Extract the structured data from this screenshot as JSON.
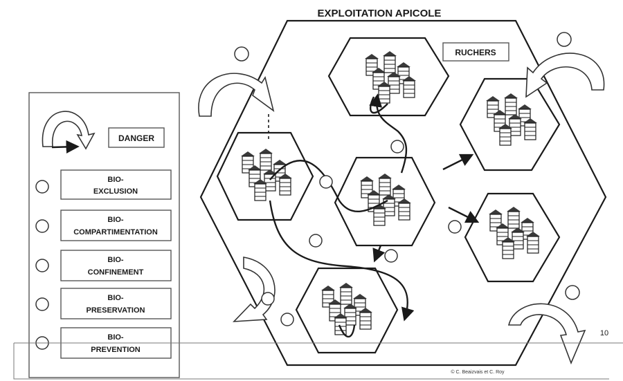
{
  "title": "EXPLOITATION APICOLE",
  "ruchers_label": "RUCHERS",
  "legend": {
    "danger_label": "DANGER",
    "levels": [
      {
        "line1": "BIO-",
        "line2": "EXCLUSION"
      },
      {
        "line1": "BIO-",
        "line2": "COMPARTIMENTATION"
      },
      {
        "line1": "BIO-",
        "line2": "CONFINEMENT"
      },
      {
        "line1": "BIO-",
        "line2": "PRESERVATION"
      },
      {
        "line1": "BIO-",
        "line2": "PREVENTION"
      }
    ]
  },
  "page_number": "10",
  "credit": "© C. Beaizvais et C. Roy"
}
